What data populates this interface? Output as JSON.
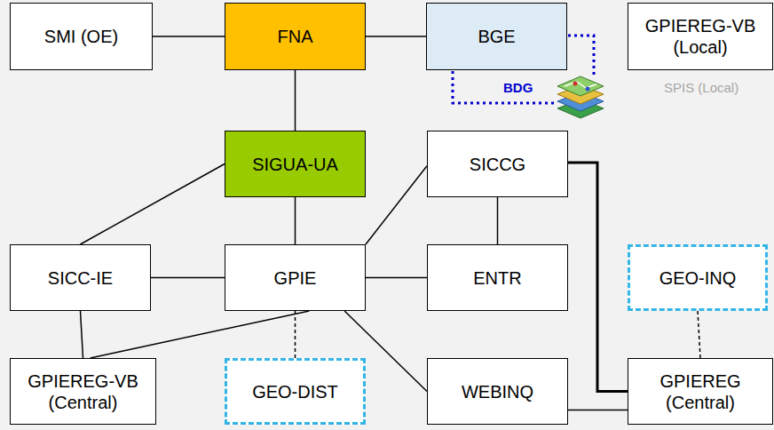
{
  "diagram": {
    "nodes": [
      {
        "text": [
          "SMI (OE)"
        ]
      },
      {
        "text": [
          "FNA"
        ]
      },
      {
        "text": [
          "BGE"
        ]
      },
      {
        "text": [
          "GPIEREG-VB (Local)"
        ]
      },
      {
        "text": [
          "SIGUA-UA"
        ]
      },
      {
        "text": [
          "SICCG"
        ]
      },
      {
        "text": [
          "SICC-IE"
        ]
      },
      {
        "text": [
          "GPIE"
        ]
      },
      {
        "text": [
          "ENTR"
        ]
      },
      {
        "text": [
          "GEO-INQ"
        ]
      },
      {
        "text": [
          "GPIEREG-VB (Central)"
        ]
      },
      {
        "text": [
          "GEO-DIST"
        ]
      },
      {
        "text": [
          "WEBINQ"
        ]
      },
      {
        "text": [
          "GPIEREG (Central)"
        ]
      }
    ],
    "edges": [
      {
        "from": 0,
        "to": 1,
        "arrow": "none"
      },
      {
        "from": 1,
        "to": 2,
        "arrow": "none"
      },
      {
        "from": 1,
        "to": 4,
        "arrow": "none"
      },
      {
        "from": 4,
        "to": 6,
        "arrow": "none"
      },
      {
        "from": 4,
        "to": 7,
        "arrow": "none"
      },
      {
        "from": 5,
        "to": 7,
        "arrow": "none"
      },
      {
        "from": 5,
        "to": 8,
        "arrow": "none"
      },
      {
        "from": 6,
        "to": 7,
        "arrow": "none"
      },
      {
        "from": 7,
        "to": 8,
        "arrow": "none"
      },
      {
        "from": 5,
        "to": 13,
        "arrow": "none"
      },
      {
        "from": 7,
        "to": 10,
        "arrow": "none"
      },
      {
        "from": 7,
        "to": 11,
        "arrow": "none"
      },
      {
        "from": 7,
        "to": 12,
        "arrow": "none"
      },
      {
        "from": 12,
        "to": 13,
        "arrow": "none"
      },
      {
        "from": 9,
        "to": 13,
        "arrow": "none"
      },
      {
        "from": 6,
        "to": 10,
        "arrow": "none"
      }
    ],
    "labels": [
      "BDG",
      "SPIS (Local)"
    ]
  }
}
